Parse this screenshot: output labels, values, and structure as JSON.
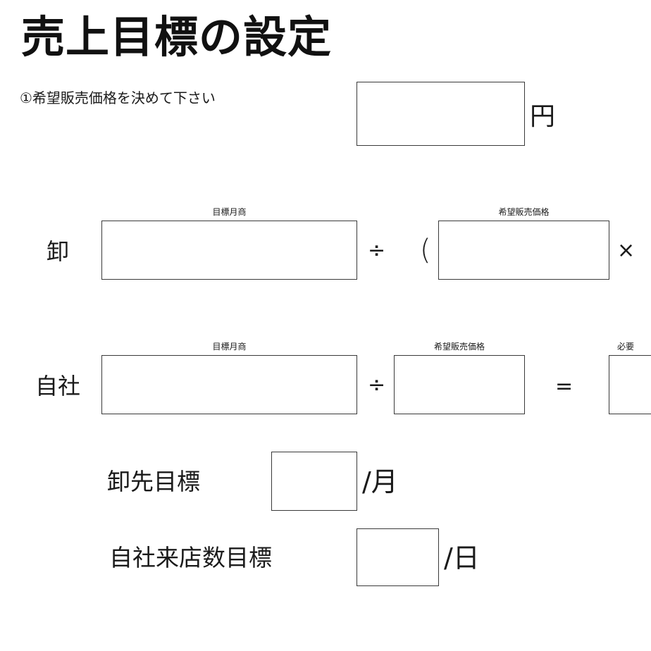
{
  "title": "売上目標の設定",
  "step1": {
    "label": "①希望販売価格を決めて下さい",
    "unit": "円"
  },
  "wholesale_row": {
    "label": "卸",
    "field1_caption": "目標月商",
    "operator1": "÷",
    "paren_open": "(",
    "field2_caption": "希望販売価格",
    "operator2": "×"
  },
  "company_row": {
    "label": "自社",
    "field1_caption": "目標月商",
    "operator1": "÷",
    "field2_caption": "希望販売価格",
    "operator2": "=",
    "field3_caption": "必要"
  },
  "goals": {
    "wholesale_label": "卸先目標",
    "wholesale_unit": "/月",
    "visitors_label": "自社来店数目標",
    "visitors_unit": "/日"
  }
}
